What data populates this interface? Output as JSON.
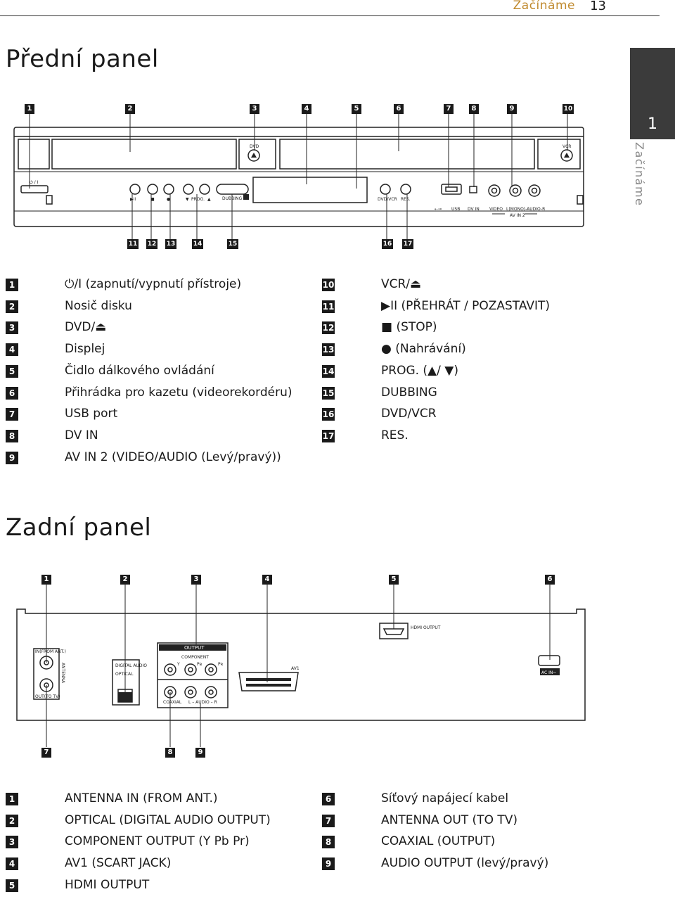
{
  "header": {
    "chapter": "Začínáme",
    "page_number": "13",
    "side_tab_number": "1",
    "side_tab_label": "Začínáme"
  },
  "front": {
    "title": "Přední panel",
    "diagram_labels": {
      "power": "⏻ / I",
      "dvd": "DVD",
      "vcr": "VCR",
      "dubbing": "DUBBING",
      "prog": "PROG.",
      "dvdvcr": "DVD/VCR",
      "res": "RES.",
      "usb": "USB",
      "dvin": "DV IN",
      "video": "VIDEO",
      "audio": "L(MONO)-AUDIO-R",
      "avin2": "AV IN 2"
    },
    "callouts_top": [
      "1",
      "2",
      "3",
      "4",
      "5",
      "6",
      "7",
      "8",
      "9",
      "10"
    ],
    "callouts_bottom": [
      "11",
      "12",
      "13",
      "14",
      "15",
      "16",
      "17"
    ],
    "items_left": [
      {
        "n": "1",
        "t": "⏻/I (zapnutí/vypnutí přístroje)"
      },
      {
        "n": "2",
        "t": "Nosič disku"
      },
      {
        "n": "3",
        "t": "DVD/⏏"
      },
      {
        "n": "4",
        "t": "Displej"
      },
      {
        "n": "5",
        "t": "Čidlo dálkového ovládání"
      },
      {
        "n": "6",
        "t": "Přihrádka pro kazetu (videorekordéru)"
      },
      {
        "n": "7",
        "t": "USB port"
      },
      {
        "n": "8",
        "t": "DV IN"
      },
      {
        "n": "9",
        "t": "AV IN 2 (VIDEO/AUDIO (Levý/pravý))"
      }
    ],
    "items_right": [
      {
        "n": "10",
        "t": "VCR/⏏"
      },
      {
        "n": "11",
        "t": "▶II (PŘEHRÁT / POZASTAVIT)"
      },
      {
        "n": "12",
        "t": "■ (STOP)"
      },
      {
        "n": "13",
        "t": "● (Nahrávání)"
      },
      {
        "n": "14",
        "t": "PROG. (▲/ ▼)"
      },
      {
        "n": "15",
        "t": "DUBBING"
      },
      {
        "n": "16",
        "t": "DVD/VCR"
      },
      {
        "n": "17",
        "t": "RES."
      }
    ]
  },
  "rear": {
    "title": "Zadní panel",
    "diagram_labels": {
      "in_ant": "IN(FROM ANT.)",
      "out_ant": "OUT(TO TV)",
      "antenna": "ANTENNA",
      "digital_audio": "DIGITAL AUDIO",
      "optical": "OPTICAL",
      "output": "OUTPUT",
      "component": "COMPONENT",
      "y": "Y",
      "pb": "Pʙ",
      "pr": "Pʀ",
      "coaxial": "COAXIAL",
      "audio_lr": "L – AUDIO – R",
      "av1": "AV1",
      "hdmi": "HDMI OUTPUT",
      "acin": "AC IN~"
    },
    "callouts_top": [
      "1",
      "2",
      "3",
      "4",
      "5",
      "6"
    ],
    "callouts_bottom": [
      "7",
      "8",
      "9"
    ],
    "items_left": [
      {
        "n": "1",
        "t": "ANTENNA IN (FROM ANT.)"
      },
      {
        "n": "2",
        "t": "OPTICAL (DIGITAL AUDIO OUTPUT)"
      },
      {
        "n": "3",
        "t": "COMPONENT OUTPUT (Y Pb Pr)"
      },
      {
        "n": "4",
        "t": "AV1 (SCART JACK)"
      },
      {
        "n": "5",
        "t": "HDMI OUTPUT"
      }
    ],
    "items_right": [
      {
        "n": "6",
        "t": "Síťový napájecí kabel"
      },
      {
        "n": "7",
        "t": "ANTENNA OUT (TO TV)"
      },
      {
        "n": "8",
        "t": "COAXIAL (OUTPUT)"
      },
      {
        "n": "9",
        "t": "AUDIO OUTPUT (levý/pravý)"
      }
    ]
  }
}
